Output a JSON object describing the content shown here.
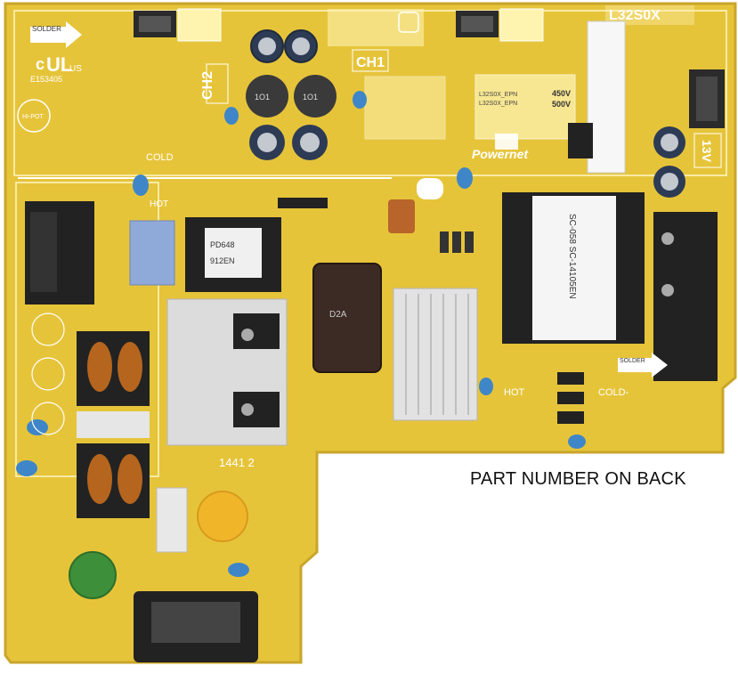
{
  "caption": "PART NUMBER ON BACK",
  "board": {
    "model_label": "L32S0X",
    "ch1": "CH1",
    "ch2": "CH2",
    "solder_top": "SOLDER",
    "solder_mid": "SOLDER",
    "cold_top": "COLD",
    "hot_left": "HOT",
    "hot_mid": "HOT",
    "cold_right": "COLD-",
    "volt_label": "13V",
    "brand": "Powernet",
    "file_code": "E153405",
    "hi_pot": "HI-POT",
    "date_stamp": "1441 2",
    "voltage_450": "450V",
    "voltage_500": "500V",
    "model_rows": [
      "L32S0X_EPN",
      "L32S0X_EPN"
    ],
    "transformer_code": "SC-058 SC-14105EN",
    "cap_label": "D2A"
  },
  "colors": {
    "pcb": "#e6c43a",
    "pcb_edge": "#c9a52a",
    "silk": "#ffffff",
    "heatsink": "#d9d9d9",
    "cap_blue": "#3e86c8",
    "varistor": "#f1b52a",
    "thermistor": "#3d8f3a"
  }
}
